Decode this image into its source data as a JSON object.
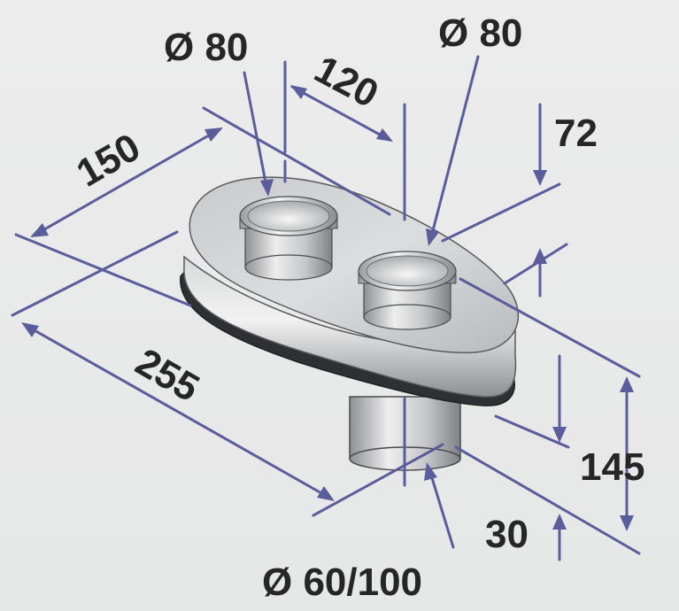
{
  "dimensions": {
    "top_left_diameter": "Ø 80",
    "top_right_diameter": "Ø 80",
    "spacing": "120",
    "width": "150",
    "height_top": "72",
    "length": "255",
    "height_total": "145",
    "bottom_height": "30",
    "outlet_diameter": "Ø 60/100"
  },
  "colors": {
    "dimension_line": "#5a5c9c",
    "text": "#262626",
    "background": "#e9eaea"
  }
}
